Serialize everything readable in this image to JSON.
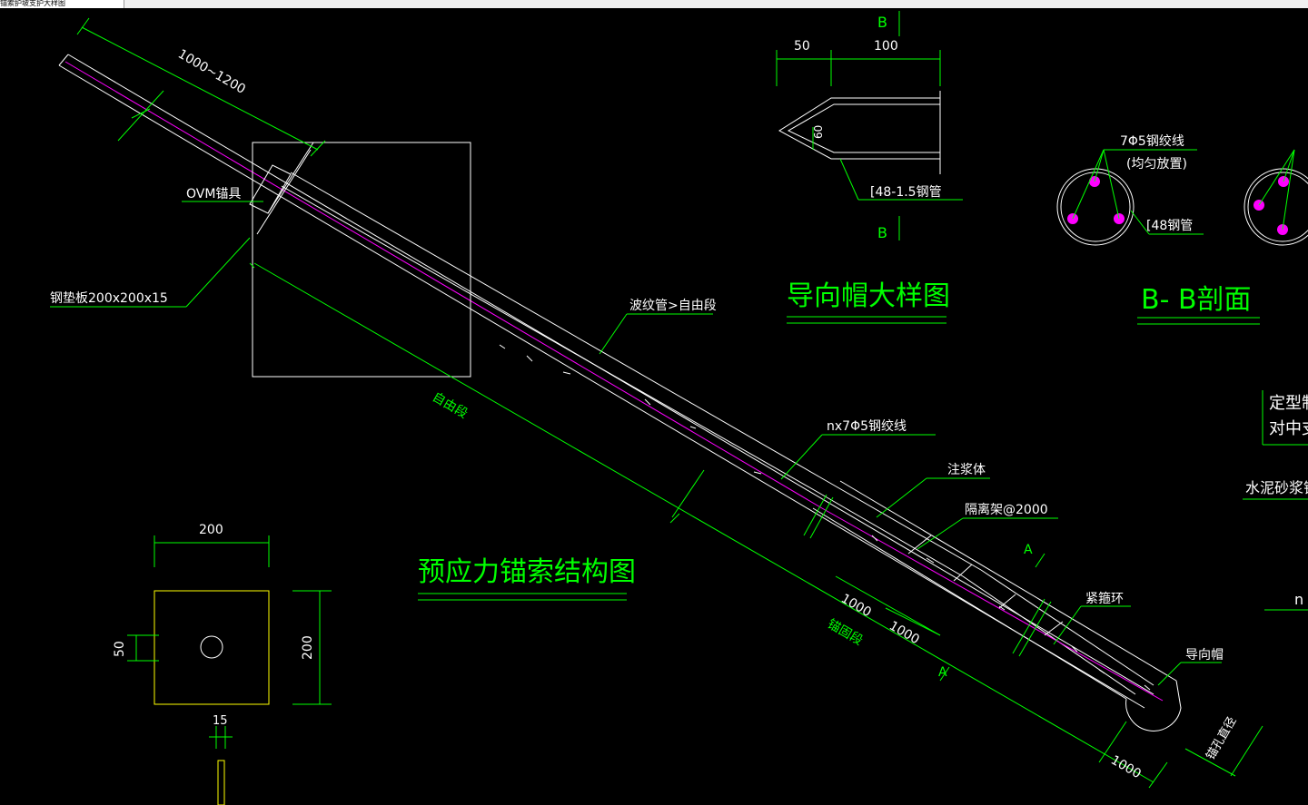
{
  "window": {
    "tab_title": "锚索护坡支护大样图"
  },
  "main_diagram": {
    "title": "预应力锚索结构图",
    "labels": {
      "length_1000_1200": "1000~1200",
      "ovm_anchor": "OVM锚具",
      "steel_plate": "钢垫板200x200x15",
      "corrugated_pipe": "波纹管>自由段",
      "free_section": "自由段",
      "strands": "nx7Φ5钢绞线",
      "grout": "注浆体",
      "spacer": "隔离架@2000",
      "dim_1000_a": "1000",
      "dim_1000_b": "1000",
      "dim_1000_c": "1000",
      "section_a_top": "A",
      "section_a_bottom": "A",
      "anchor_section": "锚固段",
      "tight_ring": "紧箍环",
      "guide_cap": "导向帽",
      "hole_diameter": "锚孔直径"
    }
  },
  "guide_cap_detail": {
    "title": "导向帽大样图",
    "dim_50": "50",
    "dim_100": "100",
    "dim_60": "60",
    "section_top": "B",
    "section_bottom": "B",
    "pipe_label": "[48-1.5钢管"
  },
  "section_bb": {
    "title": "B- B剖面",
    "strand_label": "7Φ5钢绞线",
    "strand_note": "(均匀放置)",
    "pipe_label": "[48钢管"
  },
  "right_notes": {
    "note_1": "定型制",
    "note_2": "对中支",
    "note_3": "水泥砂浆锚",
    "note_4": "n"
  },
  "plate_detail": {
    "dim_width": "200",
    "dim_height": "200",
    "dim_50": "50",
    "dim_15": "15"
  },
  "colors": {
    "background": "#000000",
    "dimension": "#00ff00",
    "outline": "#ffffff",
    "strand": "#ff00ff",
    "plate": "#ffff00",
    "point": "#ff00ff"
  }
}
